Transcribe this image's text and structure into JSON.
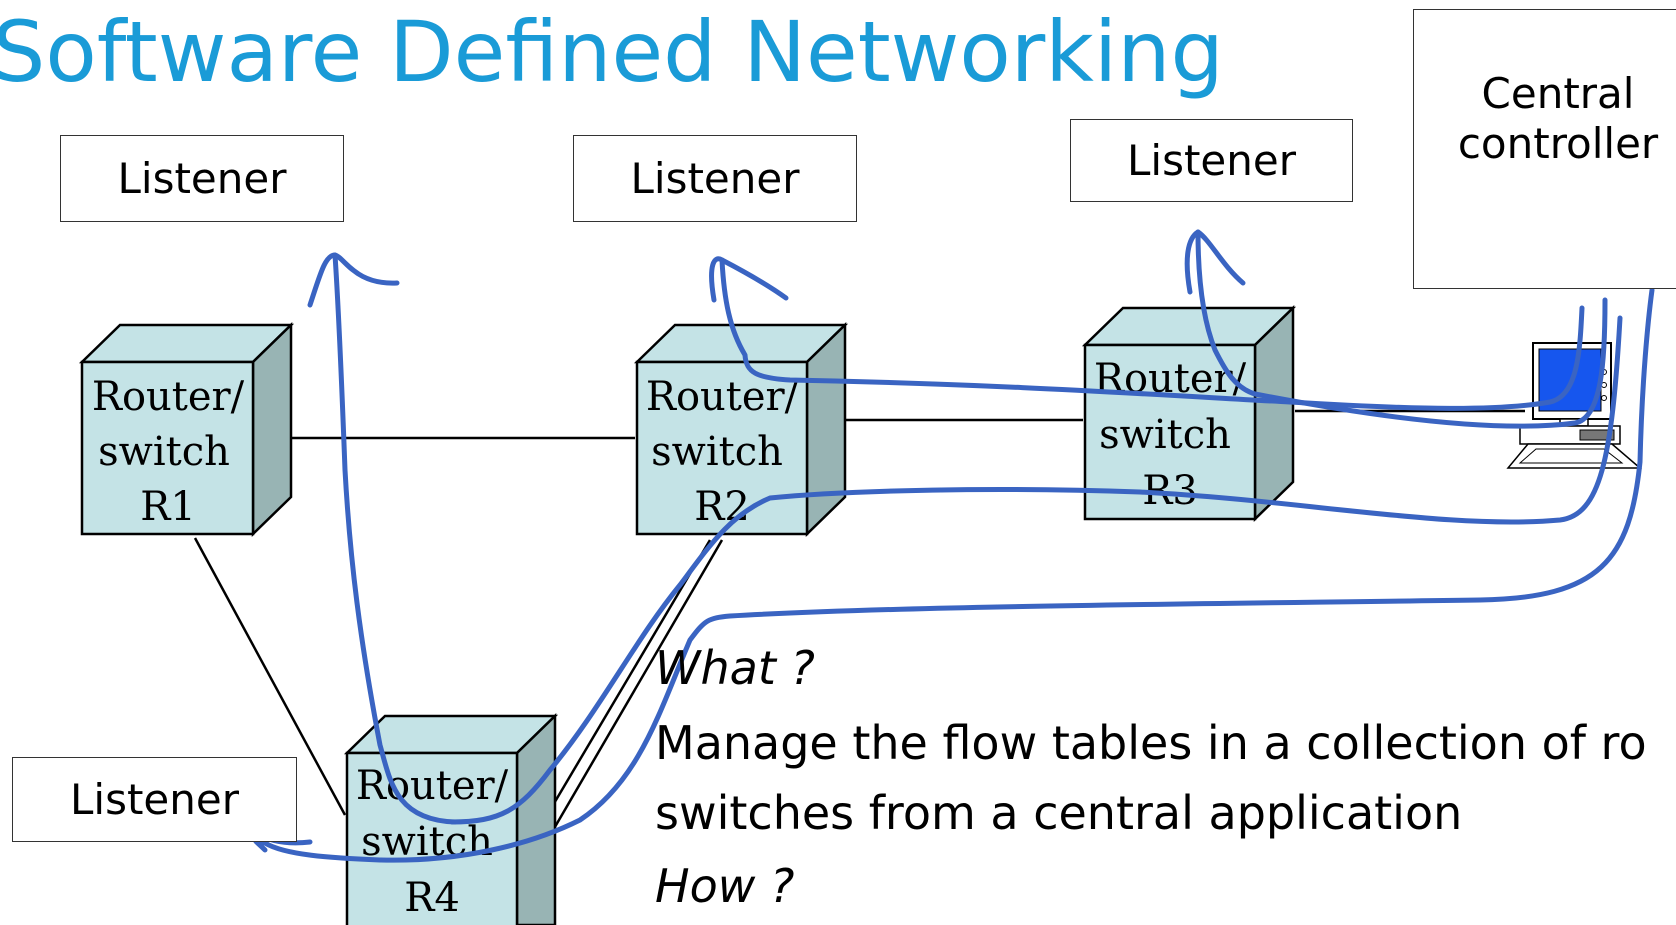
{
  "title": "Software Defined Networking",
  "listeners": [
    "Listener",
    "Listener",
    "Listener",
    "Listener"
  ],
  "controller": {
    "line1": "Central",
    "line2": "controller"
  },
  "routers": [
    {
      "line1": "Router/",
      "line2": "switch",
      "line3": "R1"
    },
    {
      "line1": "Router/",
      "line2": "switch",
      "line3": "R2"
    },
    {
      "line1": "Router/",
      "line2": "switch",
      "line3": "R3"
    },
    {
      "line1": "Router/",
      "line2": "switch",
      "line3": "R4"
    }
  ],
  "what_label": "What ?",
  "what_text_line1": "Manage the flow tables in a collection of ro",
  "what_text_line2": "switches from a central application",
  "how_label": "How ?",
  "colors": {
    "title": "#1a9bd7",
    "router_face": "#c4e3e6",
    "router_side": "#98b4b4",
    "ink": "#3a64c2",
    "monitor_screen": "#1656ee"
  }
}
